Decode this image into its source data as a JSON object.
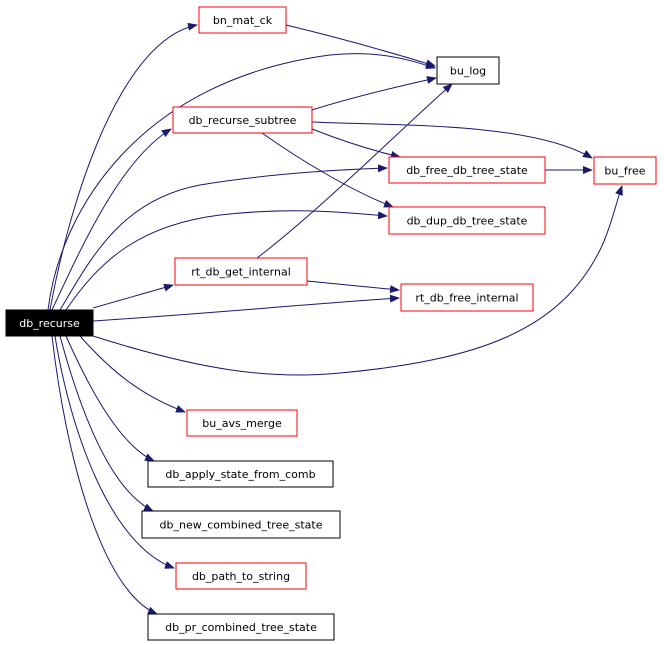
{
  "graph": {
    "root": {
      "id": "db_recurse",
      "label": "db_recurse"
    },
    "nodes": [
      {
        "id": "bn_mat_ck",
        "label": "bn_mat_ck",
        "border": "red"
      },
      {
        "id": "bu_log",
        "label": "bu_log",
        "border": "black"
      },
      {
        "id": "db_recurse_subtree",
        "label": "db_recurse_subtree",
        "border": "red"
      },
      {
        "id": "db_free_db_tree_state",
        "label": "db_free_db_tree_state",
        "border": "red"
      },
      {
        "id": "bu_free",
        "label": "bu_free",
        "border": "red"
      },
      {
        "id": "db_dup_db_tree_state",
        "label": "db_dup_db_tree_state",
        "border": "red"
      },
      {
        "id": "rt_db_get_internal",
        "label": "rt_db_get_internal",
        "border": "red"
      },
      {
        "id": "rt_db_free_internal",
        "label": "rt_db_free_internal",
        "border": "red"
      },
      {
        "id": "bu_avs_merge",
        "label": "bu_avs_merge",
        "border": "red"
      },
      {
        "id": "db_apply_state_from_comb",
        "label": "db_apply_state_from_comb",
        "border": "black"
      },
      {
        "id": "db_new_combined_tree_state",
        "label": "db_new_combined_tree_state",
        "border": "black"
      },
      {
        "id": "db_path_to_string",
        "label": "db_path_to_string",
        "border": "red"
      },
      {
        "id": "db_pr_combined_tree_state",
        "label": "db_pr_combined_tree_state",
        "border": "black"
      }
    ],
    "edges": [
      [
        "db_recurse",
        "bn_mat_ck"
      ],
      [
        "db_recurse",
        "bu_log"
      ],
      [
        "db_recurse",
        "db_recurse_subtree"
      ],
      [
        "db_recurse",
        "db_free_db_tree_state"
      ],
      [
        "db_recurse",
        "db_dup_db_tree_state"
      ],
      [
        "db_recurse",
        "rt_db_get_internal"
      ],
      [
        "db_recurse",
        "rt_db_free_internal"
      ],
      [
        "db_recurse",
        "bu_free"
      ],
      [
        "db_recurse",
        "bu_avs_merge"
      ],
      [
        "db_recurse",
        "db_apply_state_from_comb"
      ],
      [
        "db_recurse",
        "db_new_combined_tree_state"
      ],
      [
        "db_recurse",
        "db_path_to_string"
      ],
      [
        "db_recurse",
        "db_pr_combined_tree_state"
      ],
      [
        "bn_mat_ck",
        "bu_log"
      ],
      [
        "db_recurse_subtree",
        "bu_log"
      ],
      [
        "db_recurse_subtree",
        "db_free_db_tree_state"
      ],
      [
        "db_recurse_subtree",
        "bu_free"
      ],
      [
        "db_recurse_subtree",
        "db_dup_db_tree_state"
      ],
      [
        "db_free_db_tree_state",
        "bu_free"
      ],
      [
        "rt_db_get_internal",
        "bu_log"
      ],
      [
        "rt_db_get_internal",
        "rt_db_free_internal"
      ]
    ]
  },
  "colors": {
    "edge": "#191970",
    "red_border": "#ff0000",
    "black_border": "#000000",
    "root_fill": "#000000",
    "root_text": "#ffffff",
    "node_fill": "#ffffff",
    "node_text": "#000000"
  }
}
